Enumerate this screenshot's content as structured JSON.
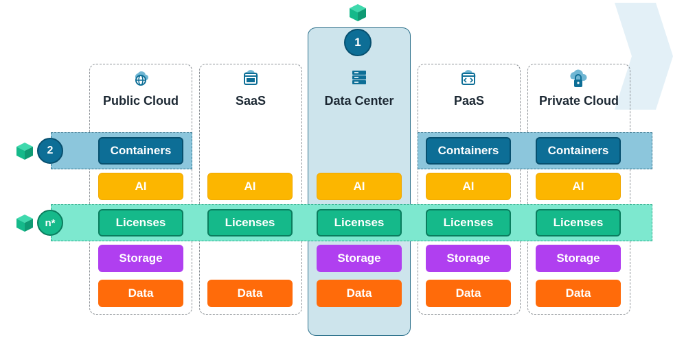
{
  "columns": [
    {
      "title": "Public Cloud",
      "icon": "globe-cloud-icon"
    },
    {
      "title": "SaaS",
      "icon": "browser-window-icon"
    },
    {
      "title": "Data Center",
      "icon": "server-rack-icon"
    },
    {
      "title": "PaaS",
      "icon": "code-window-icon"
    },
    {
      "title": "Private Cloud",
      "icon": "lock-cloud-icon"
    }
  ],
  "labels": {
    "containers": "Containers",
    "ai": "AI",
    "licenses": "Licenses",
    "storage": "Storage",
    "data": "Data"
  },
  "badges": {
    "top": "1",
    "containers_row": "2",
    "licenses_row": "n*"
  },
  "colors": {
    "containers": "#0d6e96",
    "ai": "#fcb600",
    "licenses": "#15b98a",
    "storage": "#b03ff0",
    "data": "#ff6b0a",
    "cube": "#15b98a"
  }
}
